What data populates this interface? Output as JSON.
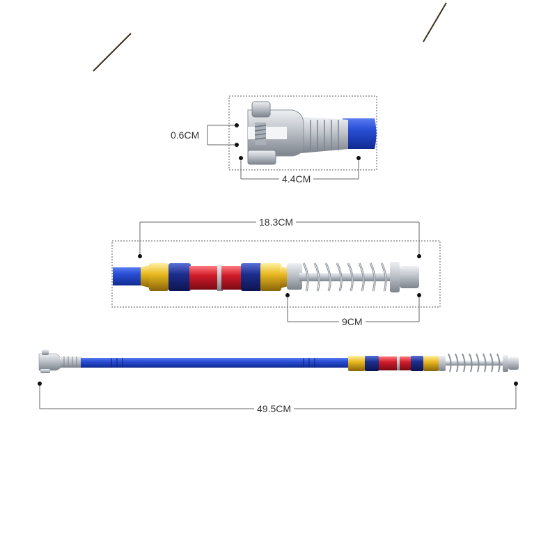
{
  "dimensions": {
    "clevis_width": "0.6CM",
    "clevis_length": "4.4CM",
    "assembly_length": "18.3CM",
    "spring_length": "9CM",
    "total_length": "49.5CM"
  },
  "colors": {
    "rod_blue": "#1f46c8",
    "anodized_red": "#d01c2a",
    "anodized_gold": "#e8b820",
    "anodized_navy": "#1c2e8c",
    "steel": "#c8ccd2",
    "dimension_line": "#666666"
  }
}
